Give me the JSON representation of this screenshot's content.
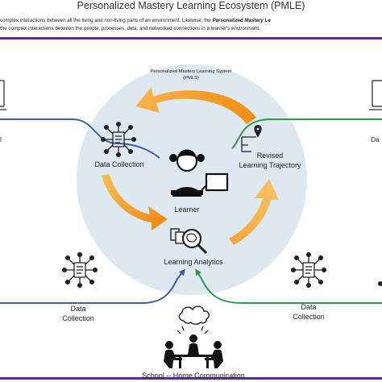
{
  "header": {
    "title": "Personalized Mastery Learning Ecosystem (PMLE)",
    "intro_line1_start": "complex interactions between all the living and non-living parts of an environment. Likewise, the ",
    "intro_line1_emph": "Personalized Mastery Le",
    "intro_line2": "the complex interactions between the people, processes, data, and networked connections in a learner's environment."
  },
  "center": {
    "system_line1": "Personalized Mastery Learning System",
    "system_line2": "(PMLS)",
    "data_collection": "Data Collection",
    "revised_line1": "Revised",
    "revised_line2": "Learning Trajectory",
    "learner": "Learner",
    "learning_analytics": "Learning Analytics"
  },
  "left_node": {
    "data_line1": "Data",
    "data_line2": "Collection",
    "edge_label": "l"
  },
  "right_node": {
    "data_line1": "Data",
    "data_line2": "Collection",
    "edge_label": "Da"
  },
  "bottom": {
    "communication": "School -- Home Communication"
  },
  "colors": {
    "blue_line": "#3a5fa8",
    "green_line": "#2e9b48",
    "purple_bar": "#5b2c8e",
    "circle_fill": "#dde8f1",
    "arrow_orange": "#f39a1e"
  }
}
